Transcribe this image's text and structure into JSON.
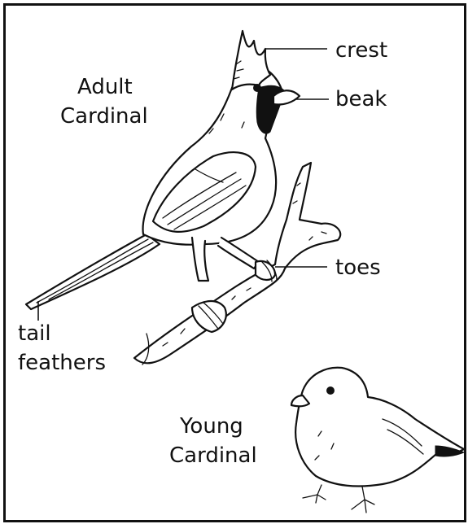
{
  "labels": {
    "adult_title_1": "Adult",
    "adult_title_2": "Cardinal",
    "young_title_1": "Young",
    "young_title_2": "Cardinal",
    "crest": "crest",
    "beak": "beak",
    "toes": "toes",
    "tail_1": "tail",
    "tail_2": "feathers"
  }
}
